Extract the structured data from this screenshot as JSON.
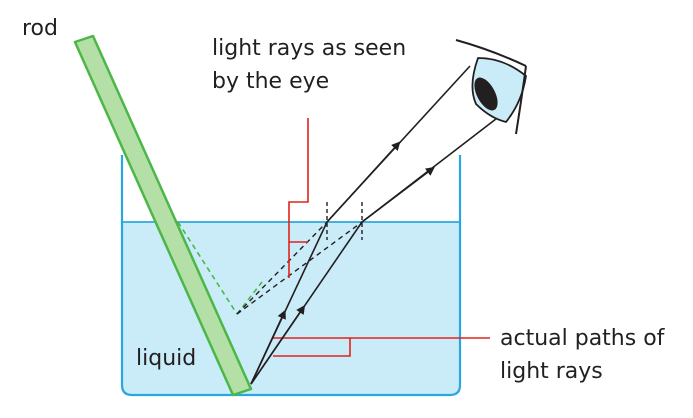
{
  "labels": {
    "rod": "rod",
    "liquid": "liquid",
    "eye_rays_line1": "light rays as seen",
    "eye_rays_line2": "by the eye",
    "actual_line1": "actual paths of",
    "actual_line2": "light rays"
  },
  "colors": {
    "liquid_fill": "#c9ecf8",
    "beaker_stroke": "#2aa7de",
    "rod_fill": "#b4e0a8",
    "rod_stroke": "#4cb748",
    "ray": "#231f20",
    "callout": "#e2231a",
    "eye_fill": "#c9ecf8"
  }
}
